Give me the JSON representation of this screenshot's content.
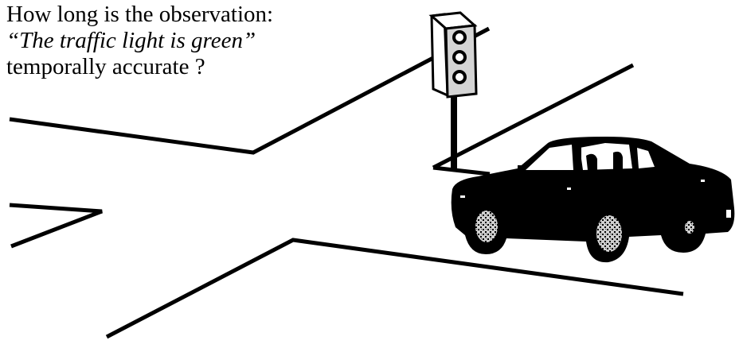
{
  "caption": {
    "line1": "How long is the observation:",
    "line2": "“The traffic light is green”",
    "line3": "temporally accurate ?"
  },
  "colors": {
    "ink": "#000000",
    "paper": "#ffffff",
    "light_face": "#cfcfcf",
    "wheel_speckle": "#9a9a9a"
  },
  "icons": {
    "traffic_light": "traffic-light-icon",
    "car": "car-icon"
  }
}
